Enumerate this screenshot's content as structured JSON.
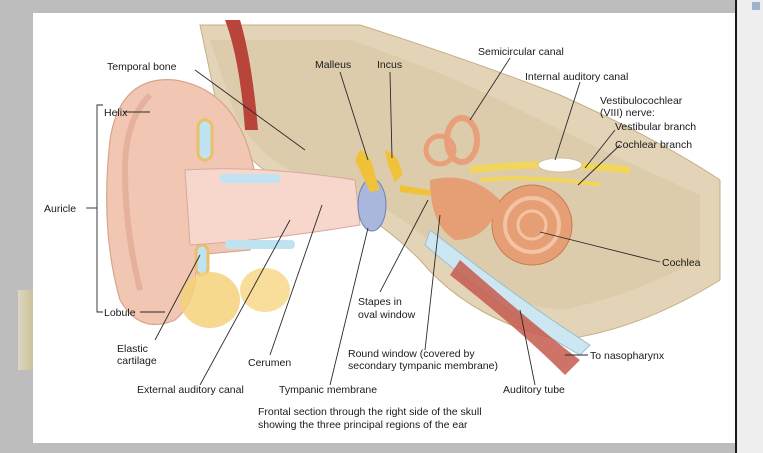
{
  "labels": {
    "temporal_bone": "Temporal bone",
    "malleus": "Malleus",
    "incus": "Incus",
    "semicircular_canal": "Semicircular canal",
    "internal_auditory_canal": "Internal auditory canal",
    "vestibulocochlear_line1": "Vestibulocochlear",
    "vestibulocochlear_line2": "(VIII) nerve:",
    "vestibular_branch": "Vestibular branch",
    "cochlear_branch": "Cochlear branch",
    "helix": "Helix",
    "auricle": "Auricle",
    "lobule": "Lobule",
    "cochlea": "Cochlea",
    "stapes_line1": "Stapes in",
    "stapes_line2": "oval window",
    "elastic_line1": "Elastic",
    "elastic_line2": "cartilage",
    "cerumen": "Cerumen",
    "round_window_line1": "Round window (covered by",
    "round_window_line2": "secondary tympanic membrane)",
    "to_nasopharynx": "To nasopharynx",
    "external_auditory_canal": "External auditory canal",
    "tympanic_membrane": "Tympanic membrane",
    "auditory_tube": "Auditory tube"
  },
  "caption": {
    "line1": "Frontal section through the right side of the skull",
    "line2": "showing the three principal regions of the ear"
  }
}
